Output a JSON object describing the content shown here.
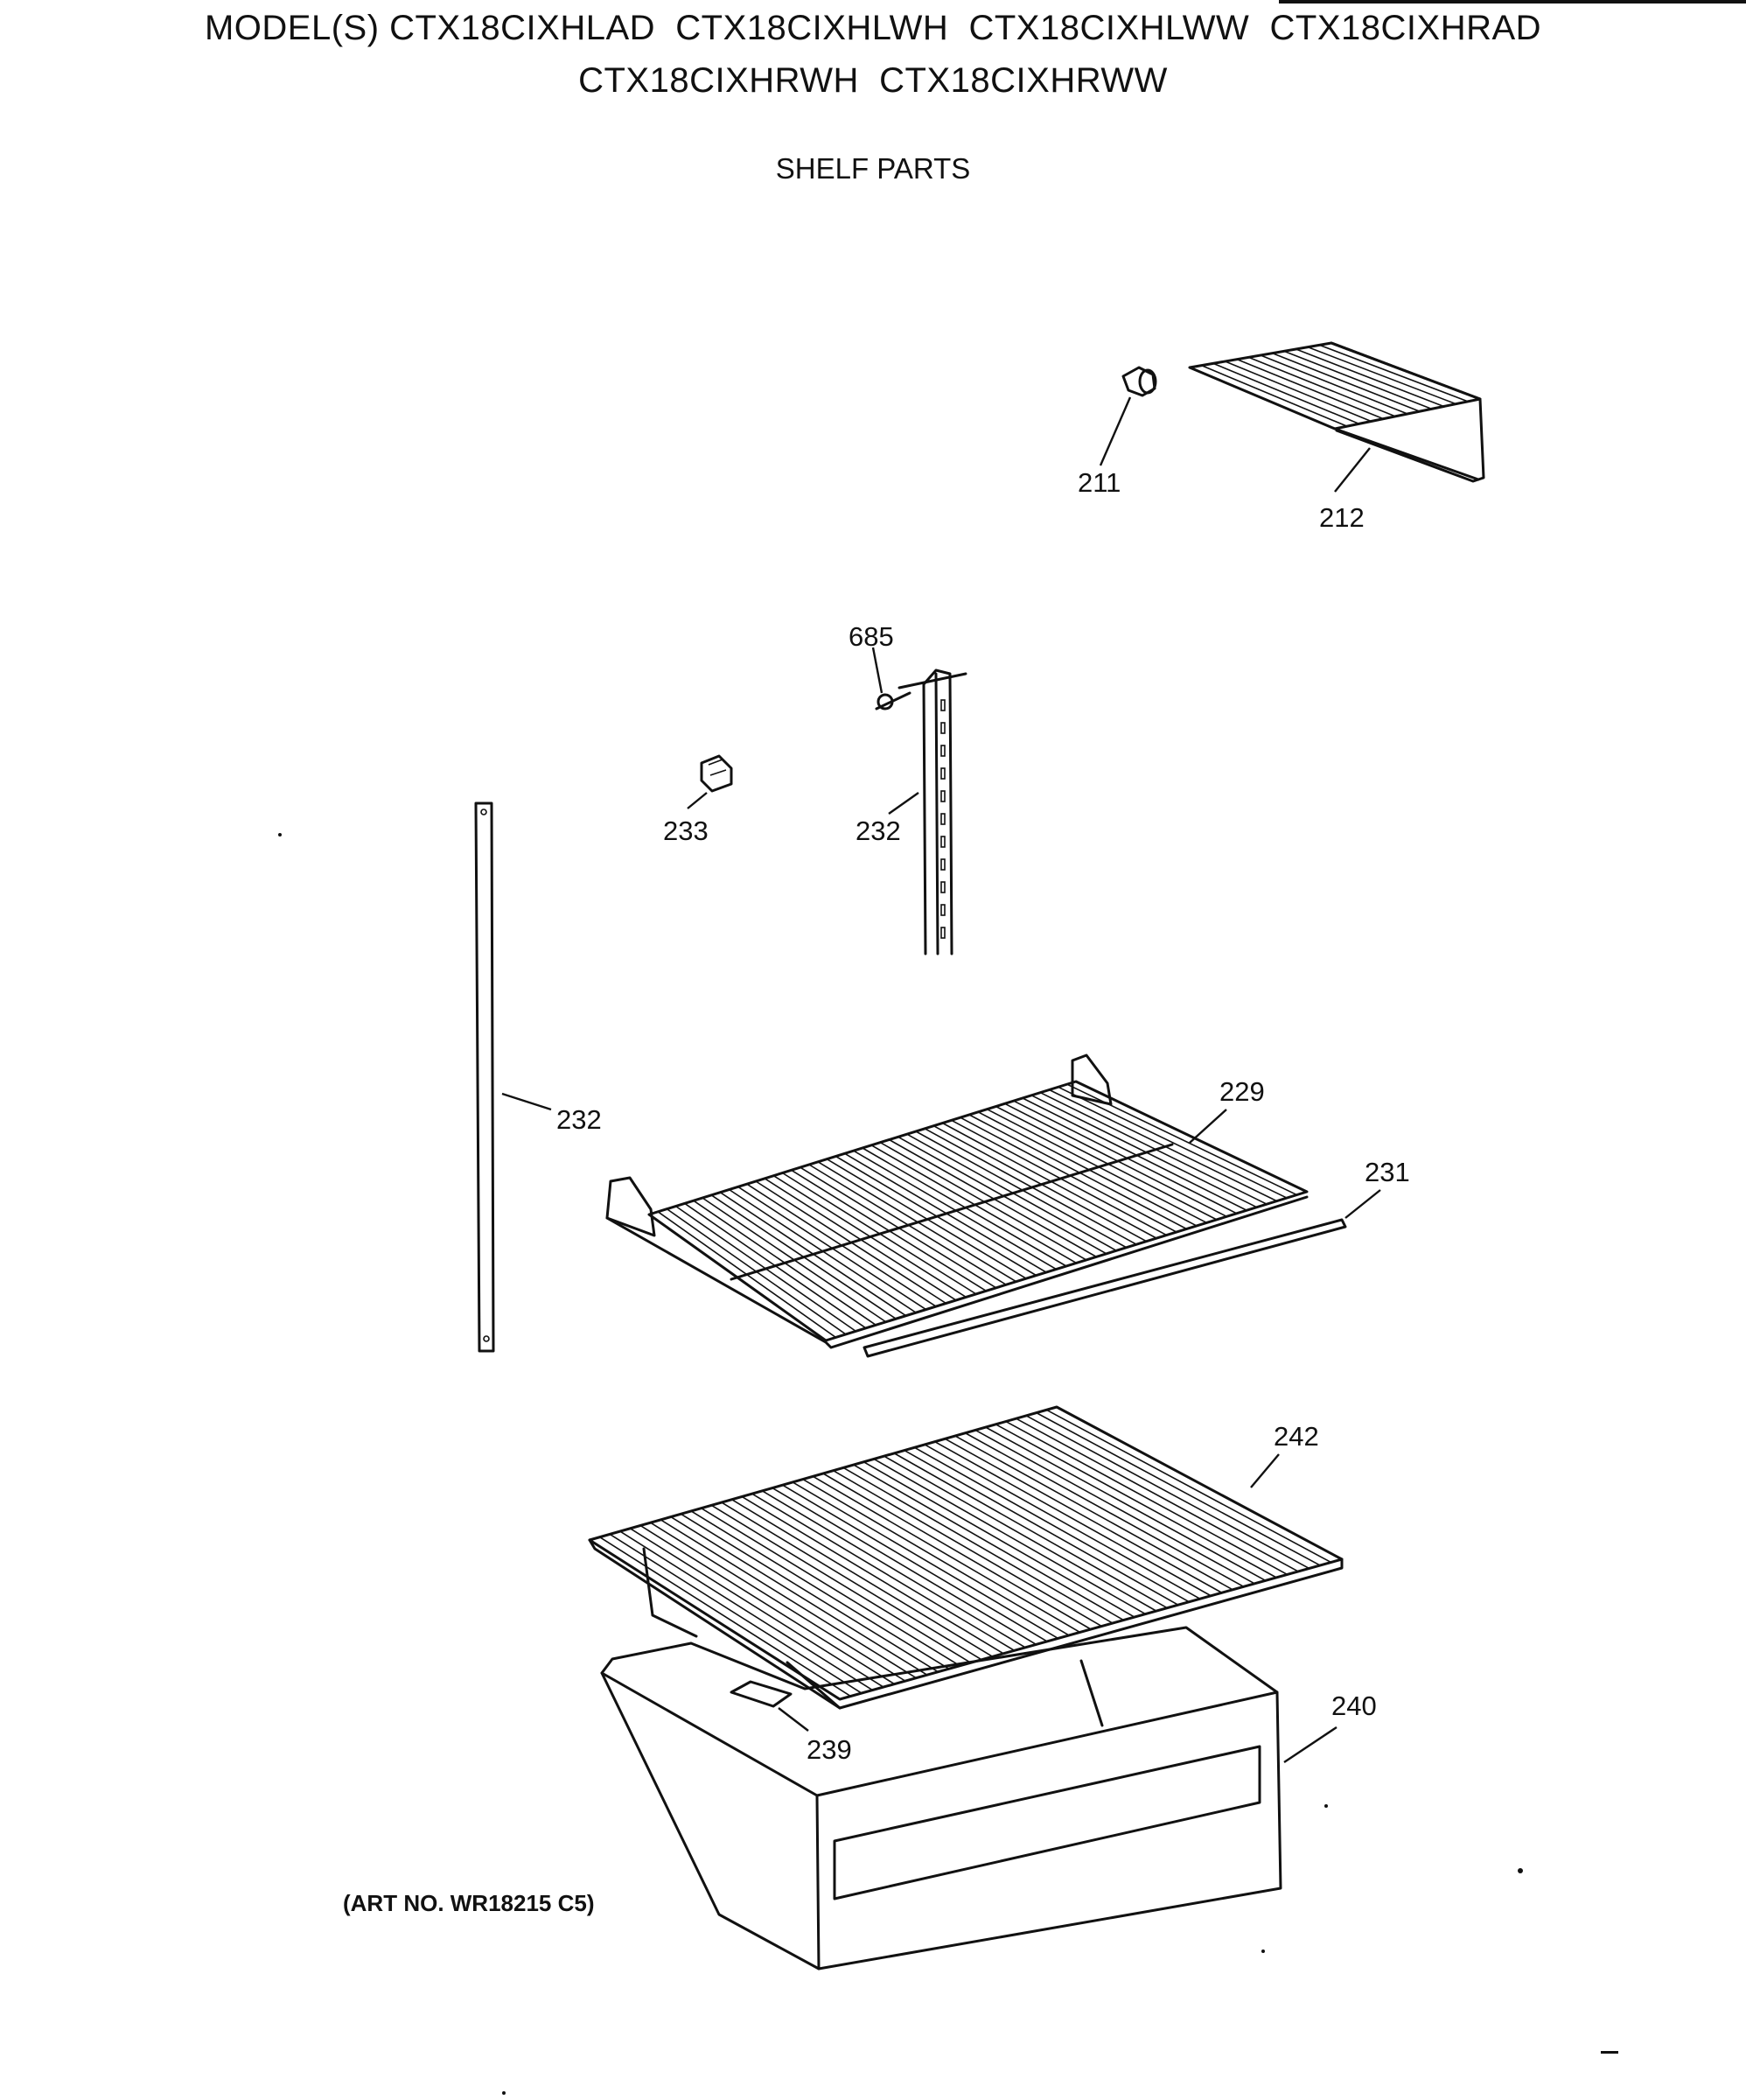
{
  "header": {
    "models_line1": "MODEL(S) CTX18CIXHLAD  CTX18CIXHLWH  CTX18CIXHLWW  CTX18CIXHRAD",
    "models_line2": "CTX18CIXHRWH  CTX18CIXHRWW",
    "subtitle": "SHELF PARTS"
  },
  "callouts": {
    "c211": "211",
    "c212": "212",
    "c685": "685",
    "c233": "233",
    "c232_top": "232",
    "c232_left": "232",
    "c229": "229",
    "c231": "231",
    "c242": "242",
    "c240": "240",
    "c239": "239"
  },
  "footer": {
    "art_no": "(ART NO. WR18215 C5)"
  }
}
